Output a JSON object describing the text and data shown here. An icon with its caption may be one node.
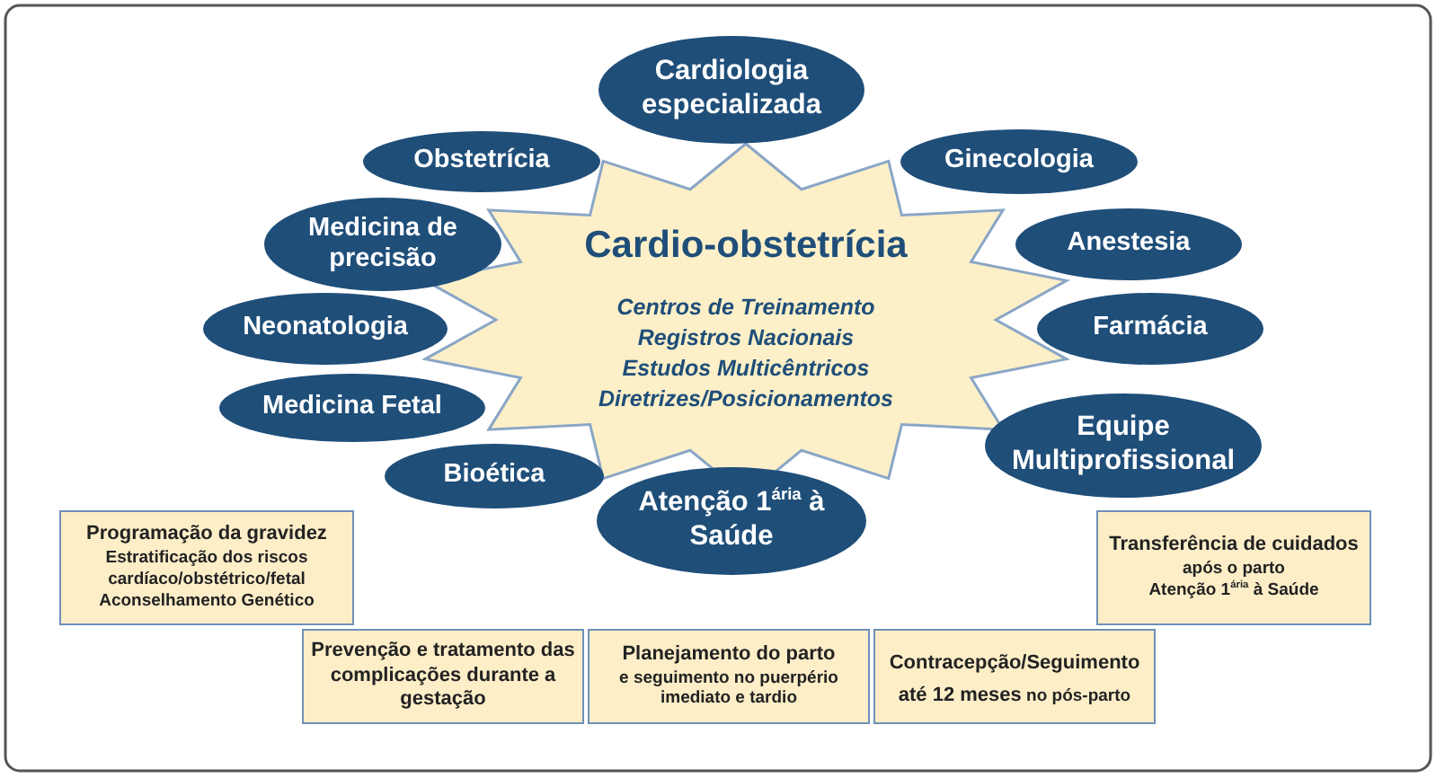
{
  "diagram": {
    "nodes": [
      {
        "text": [
          "Cardiologia especializada"
        ]
      },
      {
        "text": [
          "Obstetrícia"
        ]
      },
      {
        "text": [
          "Cardio-obstetrícia",
          "Centros de Treinamento",
          "Registros Nacionais",
          "Estudos Multicêntricos",
          "Diretrizes/Posicionamentos"
        ]
      },
      {
        "text": [
          "Ginecologia"
        ]
      },
      {
        "text": [
          "Medicina de precisão"
        ]
      },
      {
        "text": [
          "Anestesia"
        ]
      },
      {
        "text": [
          "Neonatologia"
        ]
      },
      {
        "text": [
          "Farmácia"
        ]
      },
      {
        "text": [
          "Medicina Fetal"
        ]
      },
      {
        "text": [
          "Equipe Multiprofissional"
        ]
      },
      {
        "text": [
          "Bioética"
        ]
      },
      {
        "text": [
          "Atenção 1$^{ária}$ à Saúde"
        ]
      },
      {
        "text": [
          "Programação da gravidez",
          "Estratificação dos riscos cardíaco/obstétrico/fetal",
          "Aconselhamento Genético"
        ]
      },
      {
        "text": [
          "Transferência de cuidados",
          "após o parto",
          "Atenção 1$^{ária}$ à Saúde"
        ]
      },
      {
        "text": [
          "Prevenção e tratamento das complicações durante a gestação"
        ]
      },
      {
        "text": [
          "Planejamento do parto",
          "e seguimento no puerpério imediato e tardio"
        ]
      },
      {
        "text": [
          "Contracepção/Seguimento até 12 meses",
          "no pós-parto"
        ]
      }
    ]
  }
}
